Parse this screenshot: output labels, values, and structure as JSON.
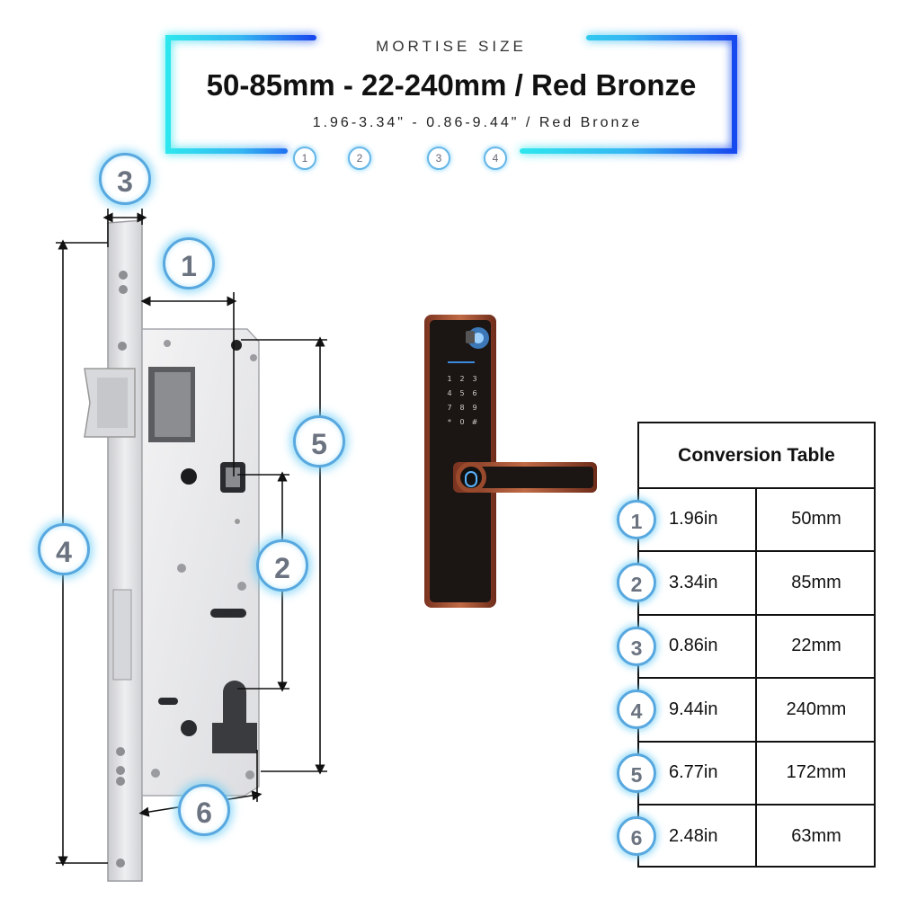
{
  "header": {
    "subtitle": "MORTISE SIZE",
    "title": "50-85mm - 22-240mm / Red Bronze",
    "inch_line": "1.96-3.34\" - 0.86-9.44\" / Red Bronze",
    "mini_markers": [
      "1",
      "2",
      "3",
      "4"
    ]
  },
  "markers": {
    "m1": "1",
    "m2": "2",
    "m3": "3",
    "m4": "4",
    "m5": "5",
    "m6": "6"
  },
  "table": {
    "title": "Conversion Table",
    "rows": [
      {
        "marker": "1",
        "inches": "1.96in",
        "mm": "50mm"
      },
      {
        "marker": "2",
        "inches": "3.34in",
        "mm": "85mm"
      },
      {
        "marker": "3",
        "inches": "0.86in",
        "mm": "22mm"
      },
      {
        "marker": "4",
        "inches": "9.44in",
        "mm": "240mm"
      },
      {
        "marker": "5",
        "inches": "6.77in",
        "mm": "172mm"
      },
      {
        "marker": "6",
        "inches": "2.48in",
        "mm": "63mm"
      }
    ]
  },
  "colors": {
    "neon_cyan": "#26d9f0",
    "neon_blue": "#1a5ff0",
    "badge_border": "#58a8df",
    "lock_bronze": "#9a4a2c",
    "lock_body": "#1a1412"
  }
}
